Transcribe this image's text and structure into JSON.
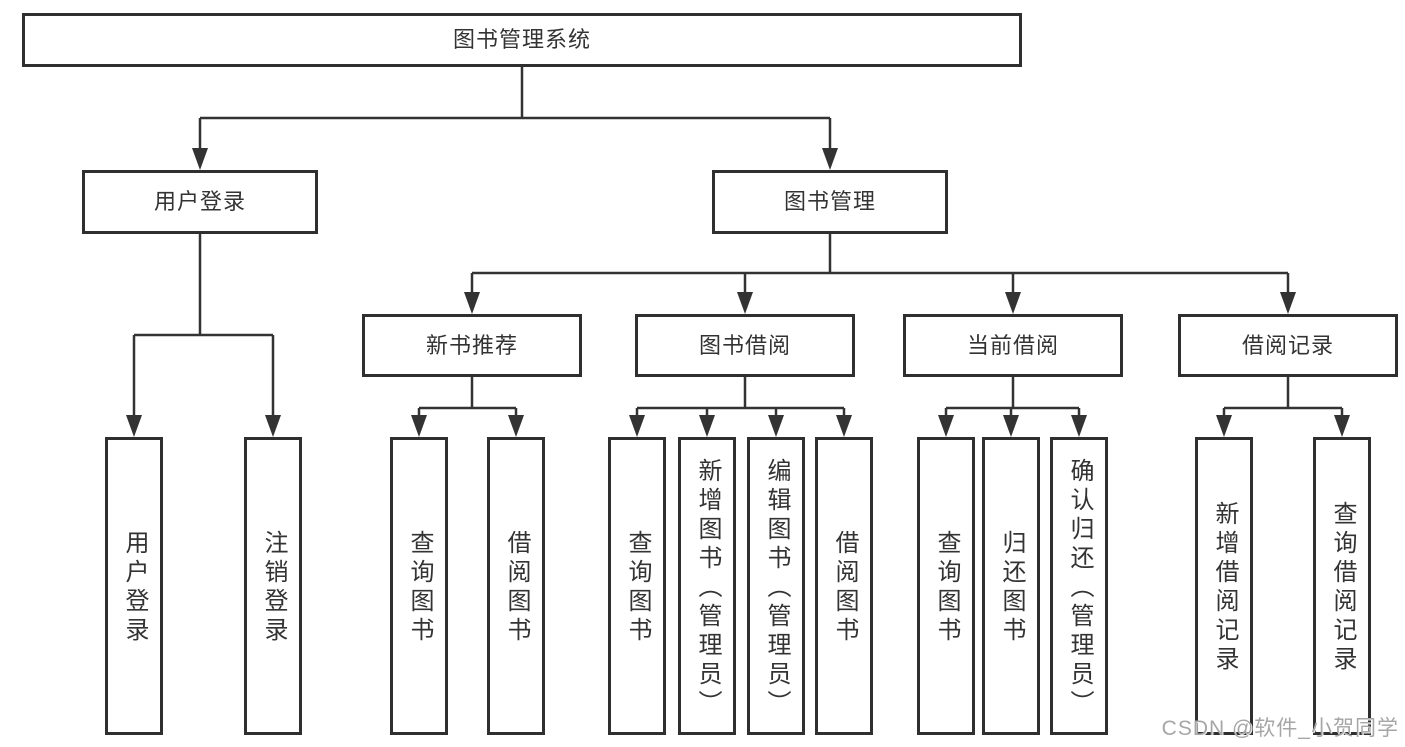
{
  "diagram": {
    "tree": {
      "label": "图书管理系统",
      "children": [
        {
          "label": "用户登录",
          "children": [
            {
              "label": "用户登录"
            },
            {
              "label": "注销登录"
            }
          ]
        },
        {
          "label": "图书管理",
          "children": [
            {
              "label": "新书推荐",
              "children": [
                {
                  "label": "查询图书"
                },
                {
                  "label": "借阅图书"
                }
              ]
            },
            {
              "label": "图书借阅",
              "children": [
                {
                  "label": "查询图书"
                },
                {
                  "label": "新增图书（管理员）"
                },
                {
                  "label": "编辑图书（管理员）"
                },
                {
                  "label": "借阅图书"
                }
              ]
            },
            {
              "label": "当前借阅",
              "children": [
                {
                  "label": "查询图书"
                },
                {
                  "label": "归还图书"
                },
                {
                  "label": "确认归还（管理员）"
                }
              ]
            },
            {
              "label": "借阅记录",
              "children": [
                {
                  "label": "新增借阅记录"
                },
                {
                  "label": "查询借阅记录"
                }
              ]
            }
          ]
        }
      ]
    },
    "colors": {
      "line": "#333333",
      "box_border": "#2f2f2f",
      "text": "#333333",
      "background": "#ffffff",
      "watermark": "#a6a6a6"
    }
  },
  "watermark": {
    "text": "CSDN @软件_小贺同学"
  }
}
